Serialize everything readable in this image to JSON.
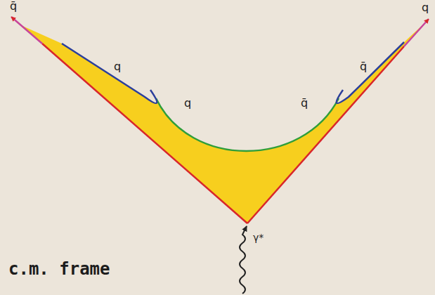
{
  "diagram": {
    "labels": [
      "q̄",
      "q",
      "q",
      "q",
      "q̄",
      "q̄",
      "c.m. frame",
      "γ*"
    ]
  }
}
